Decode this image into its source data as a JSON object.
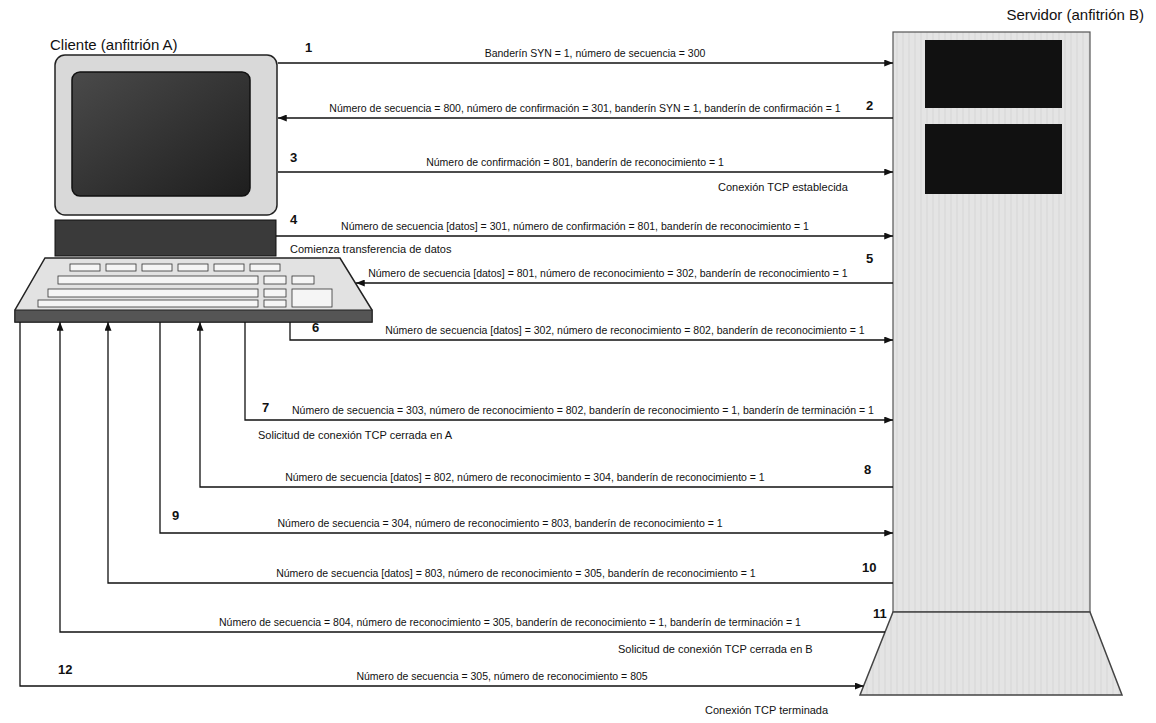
{
  "diagram": {
    "nodes": [
      {
        "text": [
          "Cliente (anfitrión A)"
        ]
      },
      {
        "text": [
          "Servidor (anfitrión B)"
        ]
      }
    ],
    "edges": [
      {
        "from": 0,
        "to": 1,
        "arrow": "to",
        "label": "Banderín SYN = 1, número de secuencia = 300"
      },
      {
        "from": 1,
        "to": 0,
        "arrow": "to",
        "label": "Número de secuencia = 800, número de confirmación = 301, banderín SYN = 1, banderín de confirmación = 1"
      },
      {
        "from": 0,
        "to": 1,
        "arrow": "to",
        "label": "Número de confirmación = 801, banderín de reconocimiento = 1"
      },
      {
        "from": 0,
        "to": 1,
        "arrow": "to",
        "label": "Número de secuencia [datos] = 301, número de confirmación = 801, banderín de reconocimiento = 1"
      },
      {
        "from": 1,
        "to": 0,
        "arrow": "to",
        "label": "Número de secuencia [datos] = 801, número de reconocimiento = 302, banderín de reconocimiento = 1"
      },
      {
        "from": 0,
        "to": 1,
        "arrow": "to",
        "label": "Número de secuencia [datos] = 302, número de reconocimiento = 802, banderín de reconocimiento = 1"
      },
      {
        "from": 0,
        "to": 1,
        "arrow": "to",
        "label": "Número de secuencia = 303, número de reconocimiento = 802, banderín de reconocimiento = 1, banderín de terminación = 1"
      },
      {
        "from": 1,
        "to": 0,
        "arrow": "to",
        "label": "Número de secuencia [datos] = 802, número de reconocimiento = 304, banderín de reconocimiento = 1"
      },
      {
        "from": 0,
        "to": 1,
        "arrow": "to",
        "label": "Número de secuencia = 304, número de reconocimiento = 803, banderín de reconocimiento = 1"
      },
      {
        "from": 1,
        "to": 0,
        "arrow": "to",
        "label": "Número de secuencia [datos] = 803, número de reconocimiento = 305, banderín de reconocimiento = 1"
      },
      {
        "from": 1,
        "to": 0,
        "arrow": "to",
        "label": "Número de secuencia = 804, número de reconocimiento = 305, banderín de reconocimiento = 1, banderín de terminación = 1"
      },
      {
        "from": 0,
        "to": 1,
        "arrow": "to",
        "label": "Número de secuencia = 305, número de reconocimiento = 805"
      }
    ],
    "labels": [
      "1",
      "2",
      "3",
      "Conexión TCP establecida",
      "4",
      "Comienza transferencia de datos",
      "5",
      "6",
      "7",
      "Solicitud de conexión TCP cerrada en A",
      "8",
      "9",
      "10",
      "11",
      "Solicitud de conexión TCP cerrada en B",
      "12",
      "Conexión TCP terminada"
    ]
  }
}
